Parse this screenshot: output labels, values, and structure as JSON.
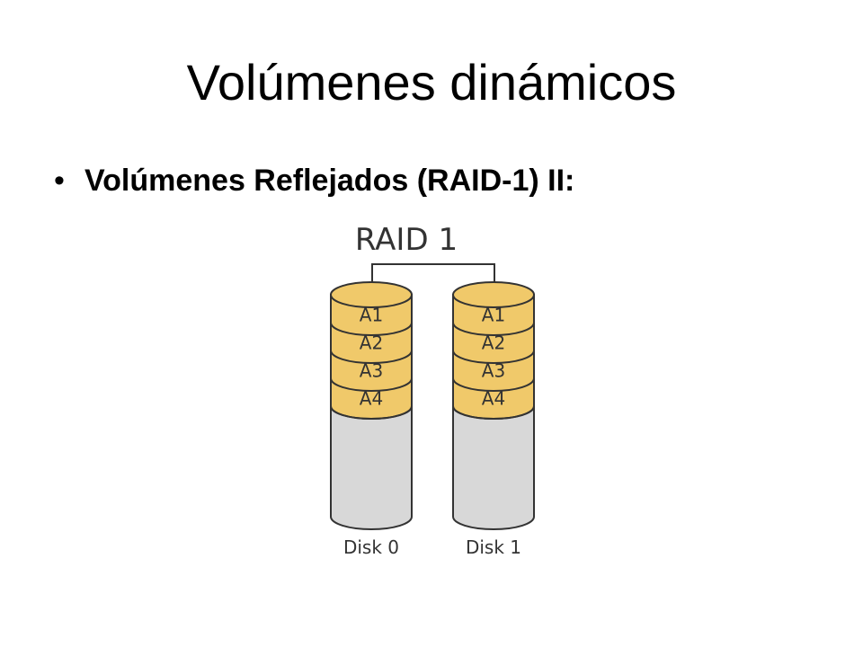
{
  "slide": {
    "title": "Volúmenes dinámicos",
    "bullet": "Volúmenes Reflejados (RAID-1) II:"
  },
  "diagram": {
    "title": "RAID 1",
    "disks": [
      {
        "label": "Disk 0",
        "blocks": [
          "A1",
          "A2",
          "A3",
          "A4"
        ]
      },
      {
        "label": "Disk 1",
        "blocks": [
          "A1",
          "A2",
          "A3",
          "A4"
        ]
      }
    ],
    "colors": {
      "block_fill": "#f0c96a",
      "empty_fill": "#d8d8d8",
      "stroke": "#333333"
    }
  }
}
